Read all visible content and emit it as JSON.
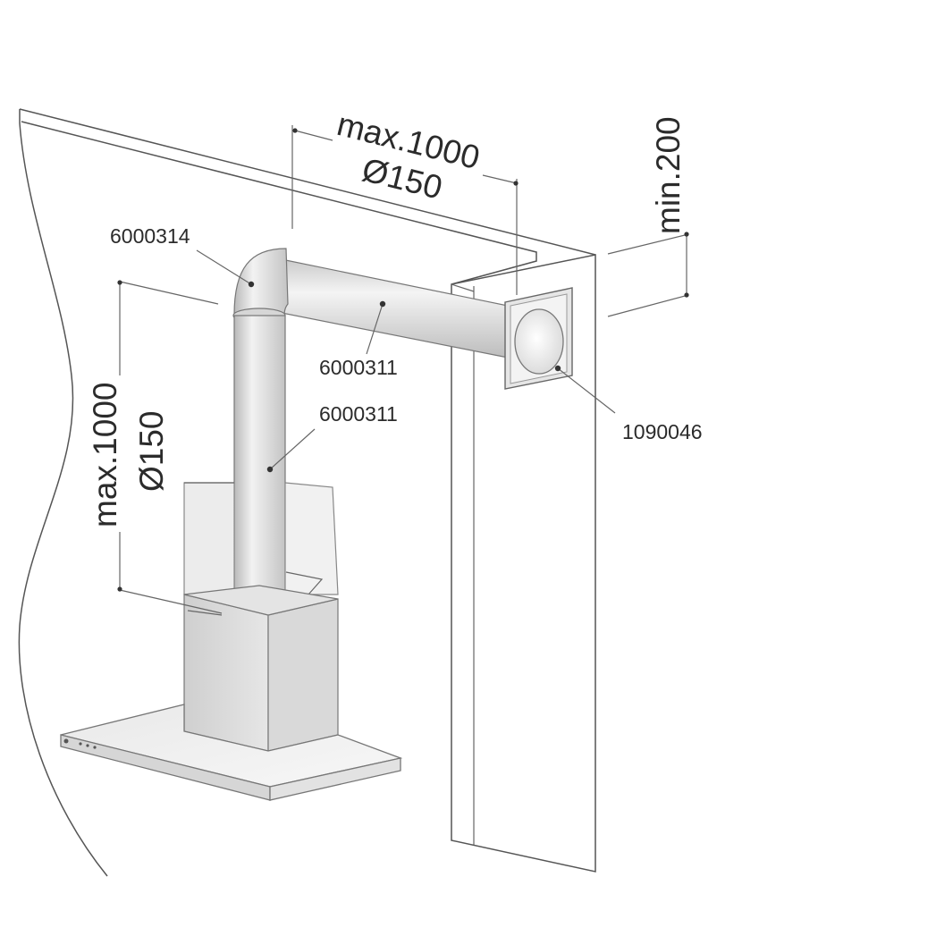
{
  "parts": {
    "elbow": "6000314",
    "pipe_horizontal": "6000311",
    "pipe_vertical": "6000311",
    "wall_outlet": "1090046"
  },
  "dimensions": {
    "top_length": "max.1000",
    "top_diameter": "Ø150",
    "side_length": "max.1000",
    "side_diameter": "Ø150",
    "clearance": "min.200"
  }
}
